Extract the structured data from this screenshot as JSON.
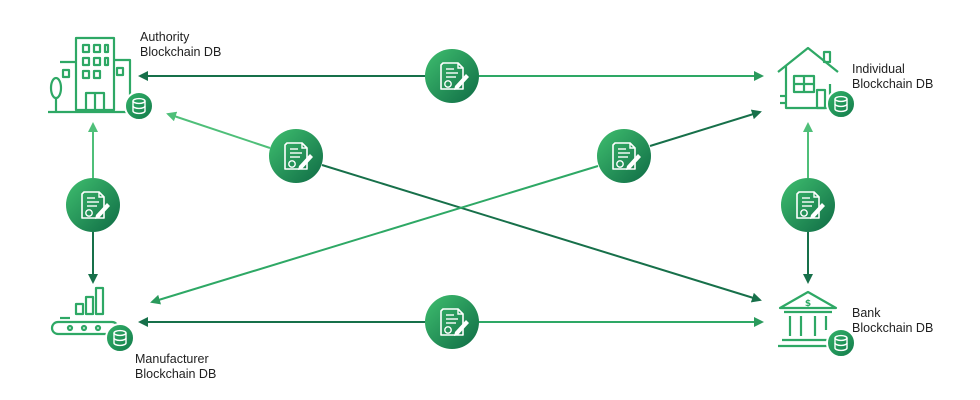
{
  "nodes": {
    "authority": {
      "line1": "Authority",
      "line2": "Blockchain DB"
    },
    "individual": {
      "line1": "Individual",
      "line2": "Blockchain DB"
    },
    "manufacturer": {
      "line1": "Manufacturer",
      "line2": "Blockchain DB"
    },
    "bank": {
      "line1": "Bank",
      "line2": "Blockchain DB"
    }
  },
  "connections": [
    {
      "from": "individual",
      "to": "authority",
      "direction": "both",
      "icon": "document-certificate-icon"
    },
    {
      "from": "manufacturer",
      "to": "bank",
      "direction": "both",
      "icon": "document-certificate-icon"
    },
    {
      "from": "authority",
      "to": "manufacturer",
      "direction": "both",
      "icon": "document-certificate-icon"
    },
    {
      "from": "individual",
      "to": "bank",
      "direction": "both",
      "icon": "document-certificate-icon"
    },
    {
      "from": "bank",
      "to": "authority",
      "direction": "both",
      "icon": "document-certificate-icon"
    },
    {
      "from": "individual",
      "to": "manufacturer",
      "direction": "both",
      "icon": "document-certificate-icon"
    }
  ],
  "colors": {
    "primary_green": "#1e9a55",
    "light_green": "#36b36b",
    "dark_green": "#0f6b45",
    "arrow_light": "#4fbf79",
    "arrow_dark": "#17704a"
  }
}
